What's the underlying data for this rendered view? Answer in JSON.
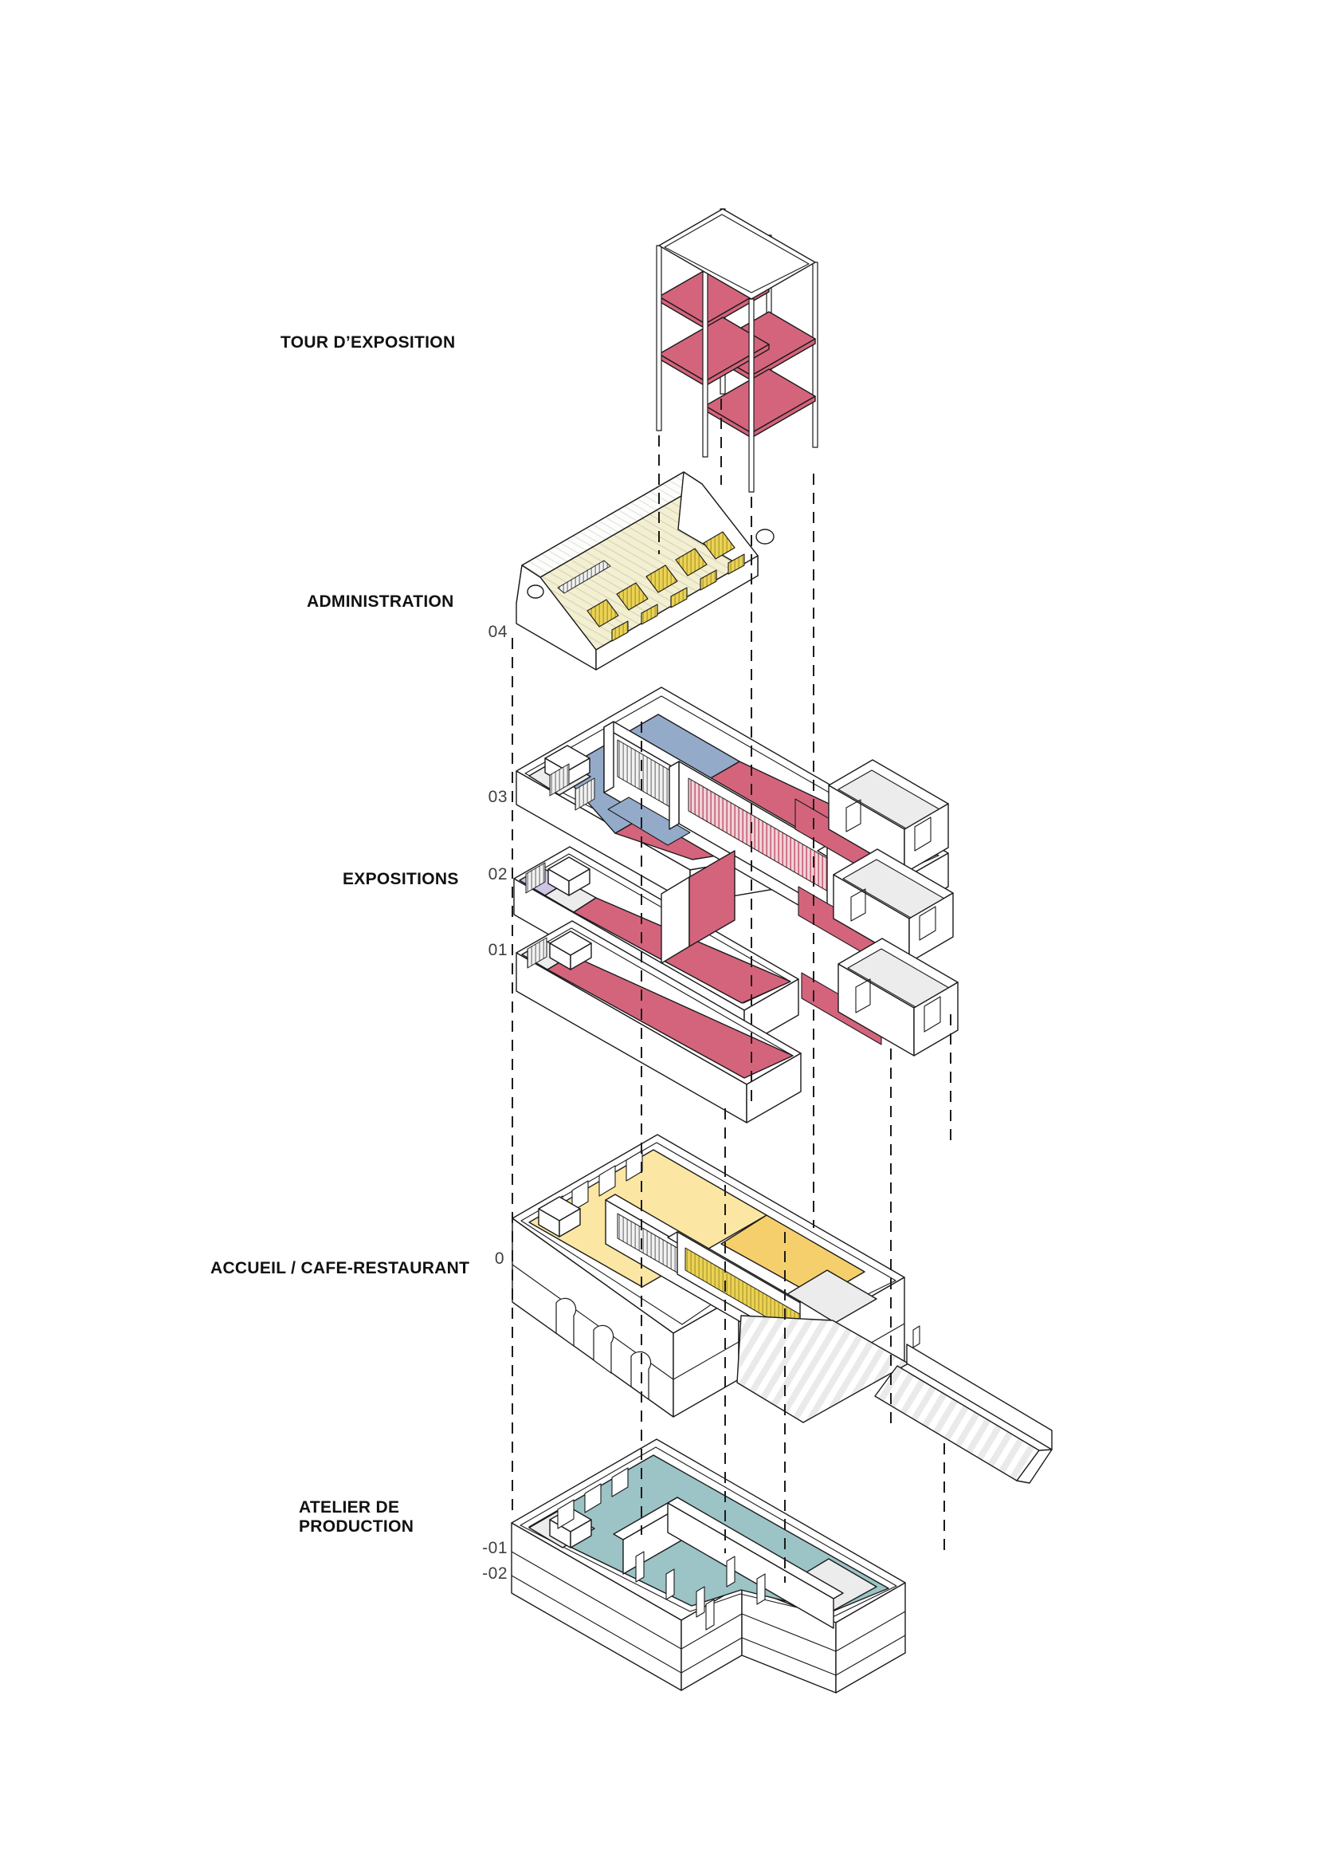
{
  "diagram": {
    "type": "exploded axonometric building diagram",
    "sections": [
      {
        "id": "tour",
        "label": "TOUR D’EXPOSITION",
        "levels": []
      },
      {
        "id": "administration",
        "label": "ADMINISTRATION",
        "levels": [
          "04"
        ]
      },
      {
        "id": "expositions",
        "label": "EXPOSITIONS",
        "levels": [
          "03",
          "02",
          "01"
        ]
      },
      {
        "id": "accueil",
        "label": "ACCUEIL / CAFE-RESTAURANT",
        "levels": [
          "0"
        ]
      },
      {
        "id": "atelier",
        "label": "ATELIER DE PRODUCTION",
        "levels": [
          "-01",
          "-02"
        ]
      }
    ],
    "atelier_label_lines": {
      "line1": "ATELIER DE",
      "line2": "PRODUCTION"
    },
    "level_markers": {
      "l04": "04",
      "l03": "03",
      "l02": "02",
      "l01": "01",
      "l0": "0",
      "lm01": "-01",
      "lm02": "-02"
    },
    "colors": {
      "exhibition_red": "#d4647c",
      "circulation_blue": "#94aac9",
      "accueil_yellow_light": "#fbe7a3",
      "accueil_yellow_dark": "#f6cf6d",
      "atelier_teal": "#9cc3c5",
      "roof_cream": "#f3efd2",
      "skylight_yellow": "#ead254",
      "floor_lavender": "#cfc6e4",
      "floor_gray": "#ececec",
      "line": "#1b1b1b"
    }
  }
}
